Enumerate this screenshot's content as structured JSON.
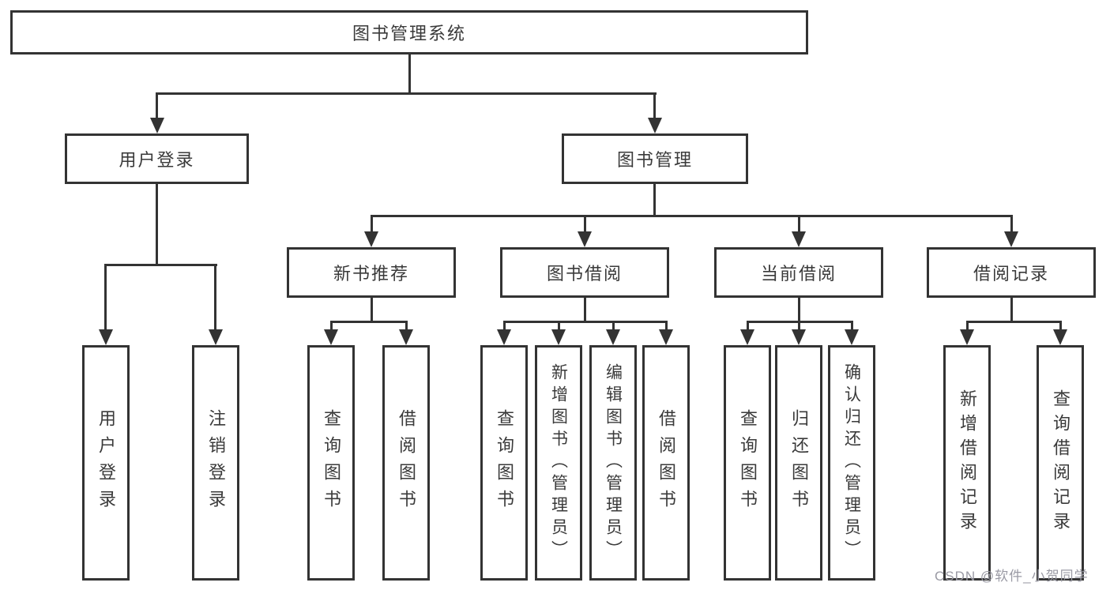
{
  "diagram": {
    "root": {
      "label": "图书管理系统"
    },
    "level2": [
      {
        "label": "用户登录"
      },
      {
        "label": "图书管理"
      }
    ],
    "level3": [
      {
        "label": "新书推荐"
      },
      {
        "label": "图书借阅"
      },
      {
        "label": "当前借阅"
      },
      {
        "label": "借阅记录"
      }
    ],
    "leaves": {
      "user_login": [
        {
          "label": "用户登录"
        },
        {
          "label": "注销登录"
        }
      ],
      "new_book_rec": [
        {
          "label": "查询图书"
        },
        {
          "label": "借阅图书"
        }
      ],
      "book_borrow": [
        {
          "label": "查询图书"
        },
        {
          "label": "新增图书（管理员）"
        },
        {
          "label": "编辑图书（管理员）"
        },
        {
          "label": "借阅图书"
        }
      ],
      "current_borrow": [
        {
          "label": "查询图书"
        },
        {
          "label": "归还图书"
        },
        {
          "label": "确认归还（管理员）"
        }
      ],
      "borrow_records": [
        {
          "label": "新增借阅记录"
        },
        {
          "label": "查询借阅记录"
        }
      ]
    }
  },
  "watermark": {
    "text": "CSDN @软件_小贺同学"
  },
  "colors": {
    "line": "#333333",
    "text": "#3a3a3a",
    "box_background": "#ffffff",
    "watermark": "#9a9aa4"
  }
}
